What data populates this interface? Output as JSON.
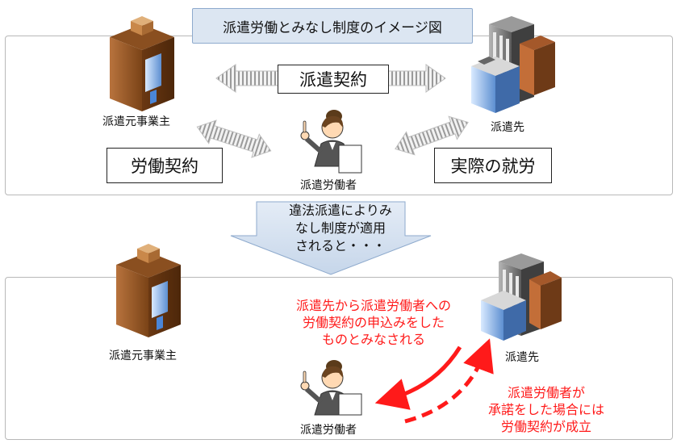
{
  "title": "派遣労働とみなし制度のイメージ図",
  "top": {
    "dispatcher_label": "派遣元事業主",
    "client_label": "派遣先",
    "worker_label": "派遣労働者",
    "contract_dispatch": "派遣契約",
    "contract_labor": "労働契約",
    "actual_work": "実際の就労"
  },
  "callout": {
    "line1": "違法派遣によりみ",
    "line2": "なし制度が適用",
    "line3": "されると・・・"
  },
  "bottom": {
    "dispatcher_label": "派遣元事業主",
    "client_label": "派遣先",
    "worker_label": "派遣労働者",
    "offer_line1": "派遣先から派遣労働者への",
    "offer_line2": "労働契約の申込みをした",
    "offer_line3": "ものとみなされる",
    "accept_line1": "派遣労働者が",
    "accept_line2": "承諾をした場合には",
    "accept_line3": "労働契約が成立"
  },
  "colors": {
    "accent_red": "#ff1a1a",
    "title_fill": "#dce6f2",
    "callout_fill": "#dce6f2"
  }
}
